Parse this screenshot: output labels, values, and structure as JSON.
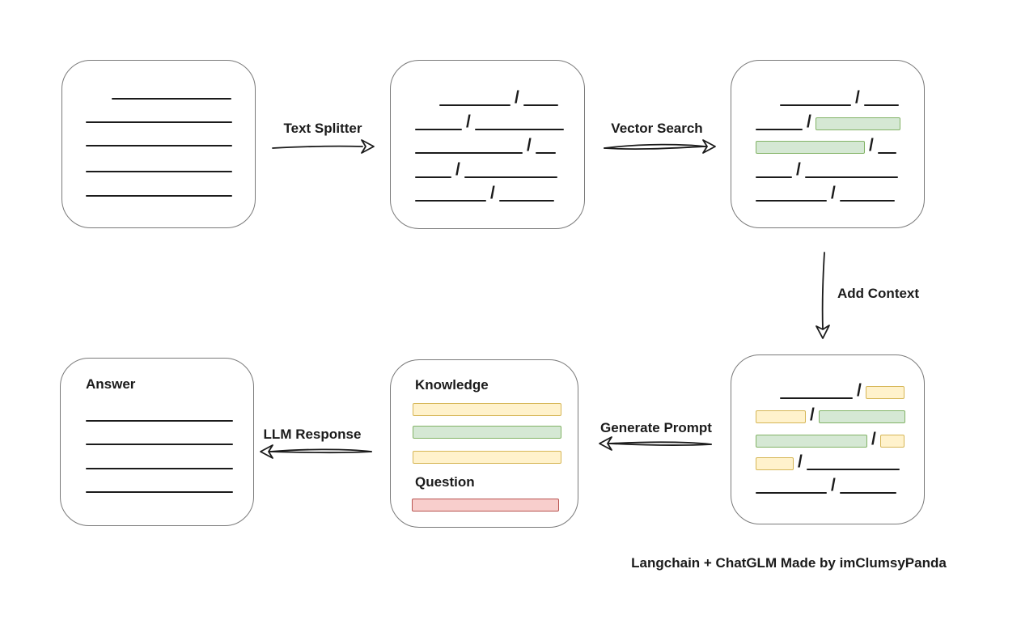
{
  "caption": "Langchain + ChatGLM Made by imClumsyPanda",
  "glyphs": {
    "slash": "/"
  },
  "colors": {
    "ink": "#1b1b1b",
    "box_border": "#7a7a7a",
    "green_fill": "#d5e8d4",
    "green_stroke": "#82b366",
    "yellow_fill": "#fff2cc",
    "yellow_stroke": "#d6b656",
    "red_fill": "#f8cecc",
    "red_stroke": "#b85450"
  },
  "arrows": {
    "text_splitter": {
      "label": "Text Splitter",
      "direction": "right"
    },
    "vector_search": {
      "label": "Vector Search",
      "direction": "right"
    },
    "add_context": {
      "label": "Add Context",
      "direction": "down"
    },
    "generate_prompt": {
      "label": "Generate Prompt",
      "direction": "left"
    },
    "llm_response": {
      "label": "LLM Response",
      "direction": "left"
    }
  },
  "boxes": {
    "prompt": {
      "knowledge_label": "Knowledge",
      "question_label": "Question"
    },
    "answer": {
      "label": "Answer"
    }
  }
}
